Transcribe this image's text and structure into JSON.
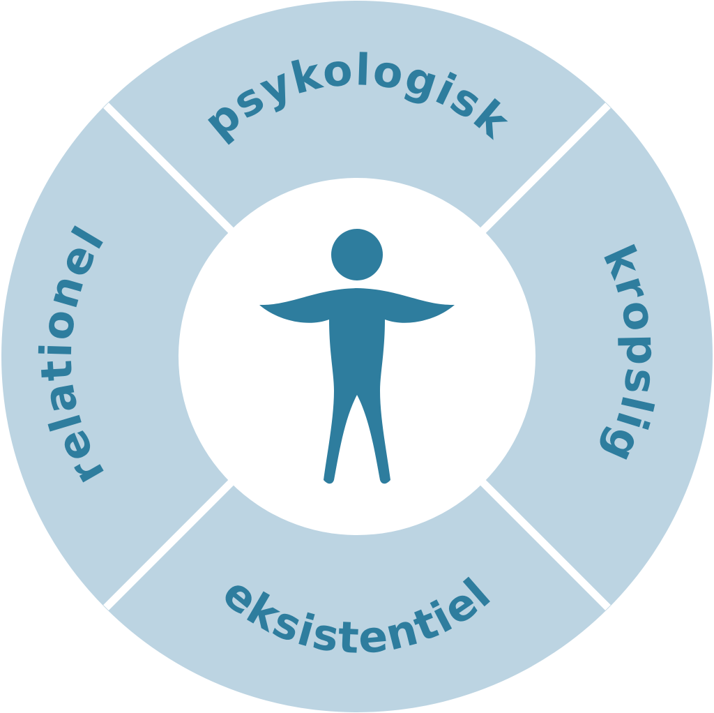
{
  "segments": {
    "top": {
      "label": "psykologisk"
    },
    "right": {
      "label": "kropslig"
    },
    "bottom": {
      "label": "eksistentiel"
    },
    "left": {
      "label": "relationel"
    }
  },
  "center": {
    "icon": "person-icon"
  },
  "colors": {
    "ring": "#bcd4e2",
    "accent": "#2e7d9e",
    "background": "#ffffff",
    "divider": "#ffffff"
  }
}
